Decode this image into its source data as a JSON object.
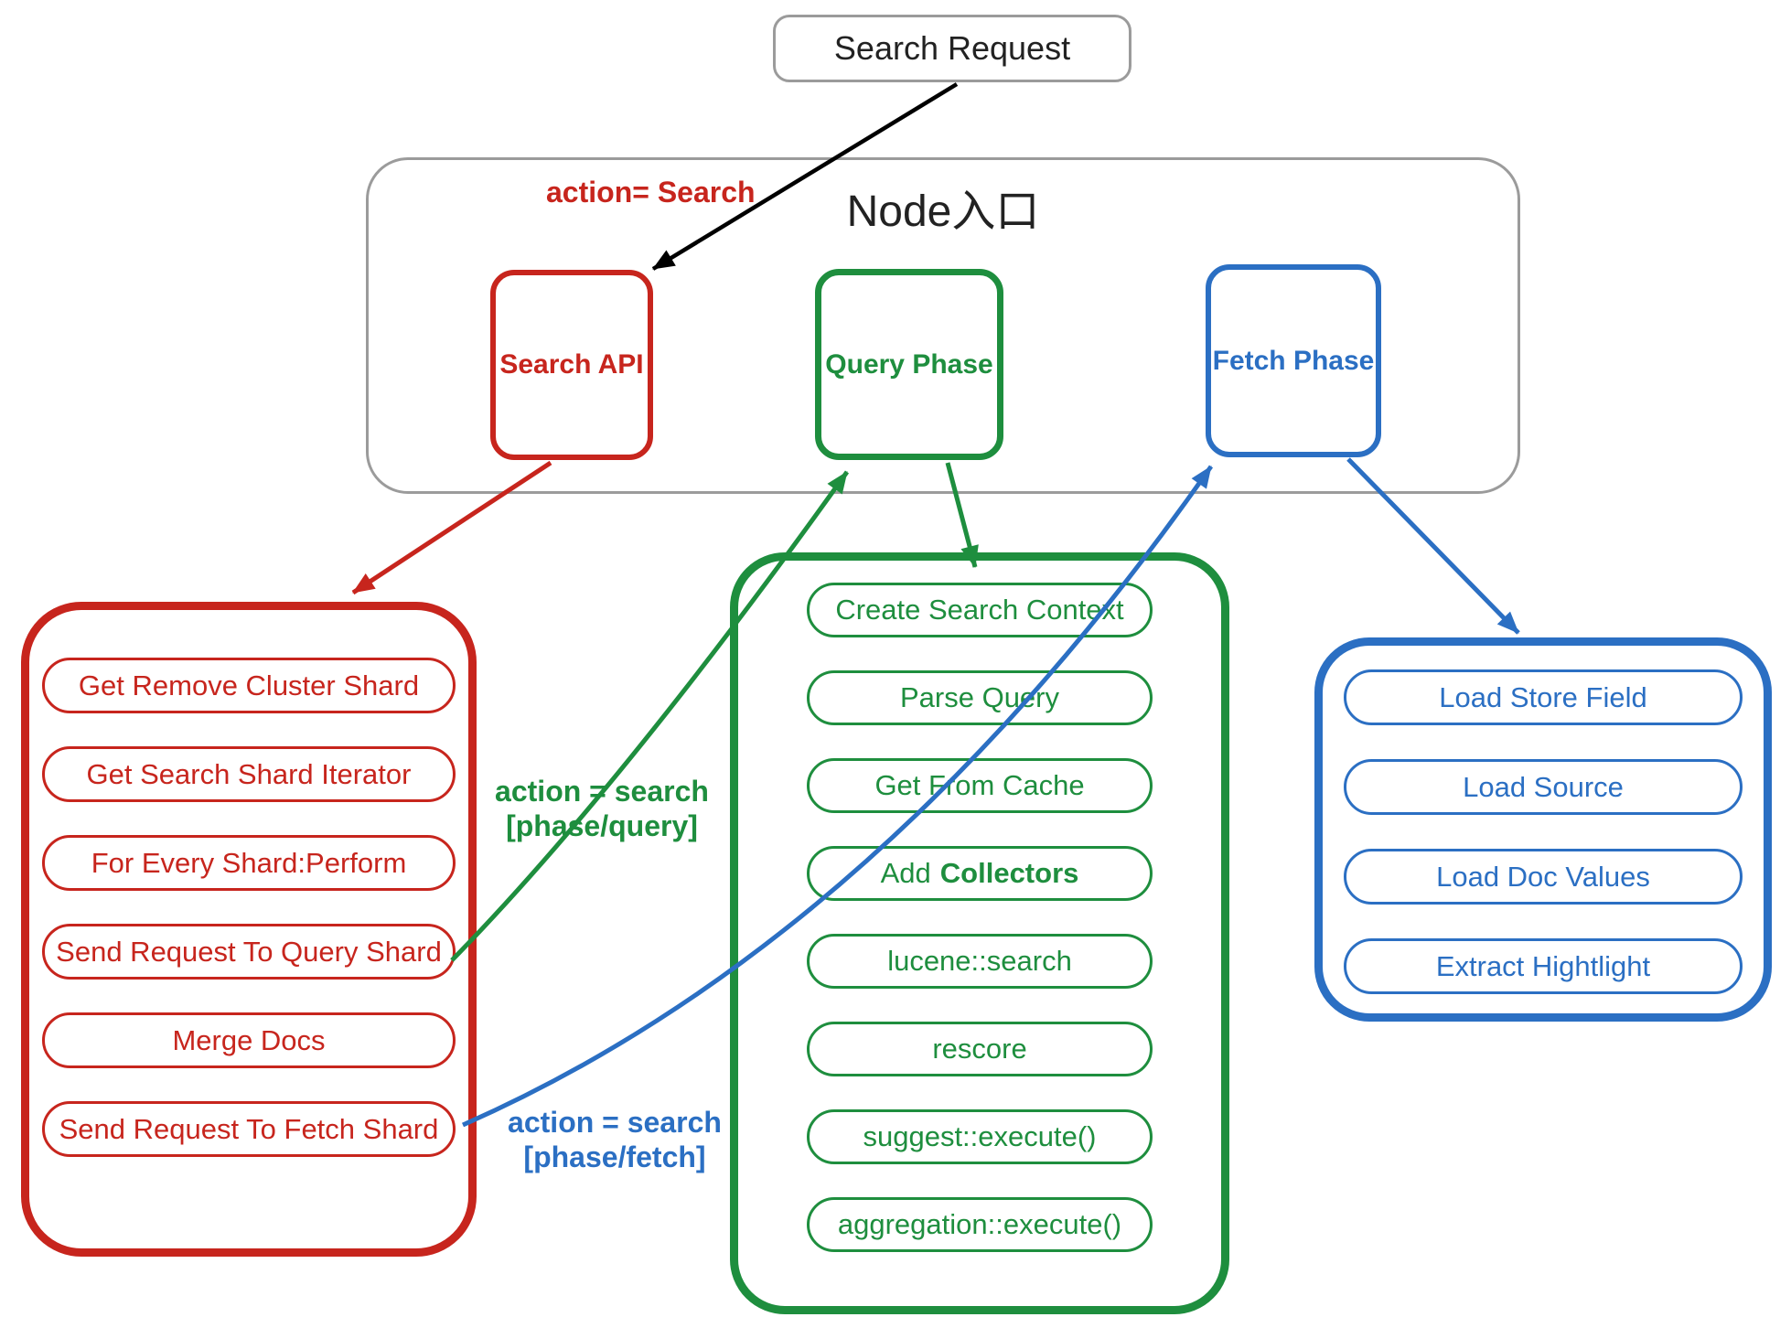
{
  "title": "Search Request",
  "node": {
    "title": "Node入口",
    "action_label": "action= Search",
    "search_api": "Search API",
    "query_phase": "Query Phase",
    "fetch_phase": "Fetch Phase"
  },
  "search_api_panel": {
    "items": [
      "Get Remove Cluster Shard",
      "Get Search Shard Iterator",
      "For Every Shard:Perform",
      "Send Request To Query Shard",
      "Merge Docs",
      "Send Request To Fetch Shard"
    ]
  },
  "query_panel": {
    "items": [
      "Create Search Context",
      "Parse Query",
      "Get From Cache",
      "Add",
      "lucene::search",
      "rescore",
      "suggest::execute()",
      "aggregation::execute()"
    ],
    "collectors_bold": "Collectors"
  },
  "fetch_panel": {
    "items": [
      "Load Store Field",
      "Load Source",
      "Load Doc Values",
      "Extract Hightlight"
    ]
  },
  "edge_labels": {
    "query_line1": "action = search",
    "query_line2": "[phase/query]",
    "fetch_line1": "action = search",
    "fetch_line2": "[phase/fetch]"
  },
  "colors": {
    "red": "#c7251d",
    "green": "#1e8e3e",
    "blue": "#2b6fc3",
    "gray": "#9b9b9b",
    "black": "#000000"
  }
}
